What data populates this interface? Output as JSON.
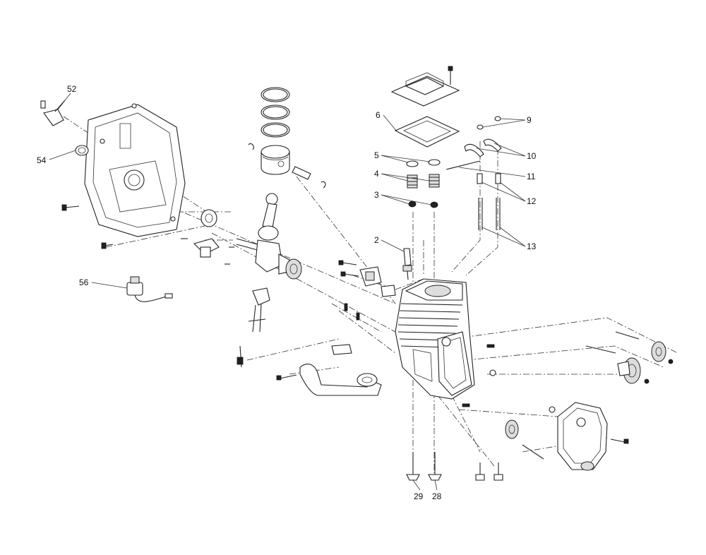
{
  "callouts": [
    {
      "id": "52",
      "text": "52"
    },
    {
      "id": "54",
      "text": "54"
    },
    {
      "id": "56",
      "text": "56"
    },
    {
      "id": "6",
      "text": "6"
    },
    {
      "id": "5",
      "text": "5"
    },
    {
      "id": "4",
      "text": "4"
    },
    {
      "id": "3",
      "text": "3"
    },
    {
      "id": "2",
      "text": "2"
    },
    {
      "id": "9",
      "text": "9"
    },
    {
      "id": "10",
      "text": "10"
    },
    {
      "id": "11",
      "text": "11"
    },
    {
      "id": "12",
      "text": "12"
    },
    {
      "id": "13",
      "text": "13"
    },
    {
      "id": "29",
      "text": "29"
    },
    {
      "id": "28",
      "text": "28"
    }
  ]
}
